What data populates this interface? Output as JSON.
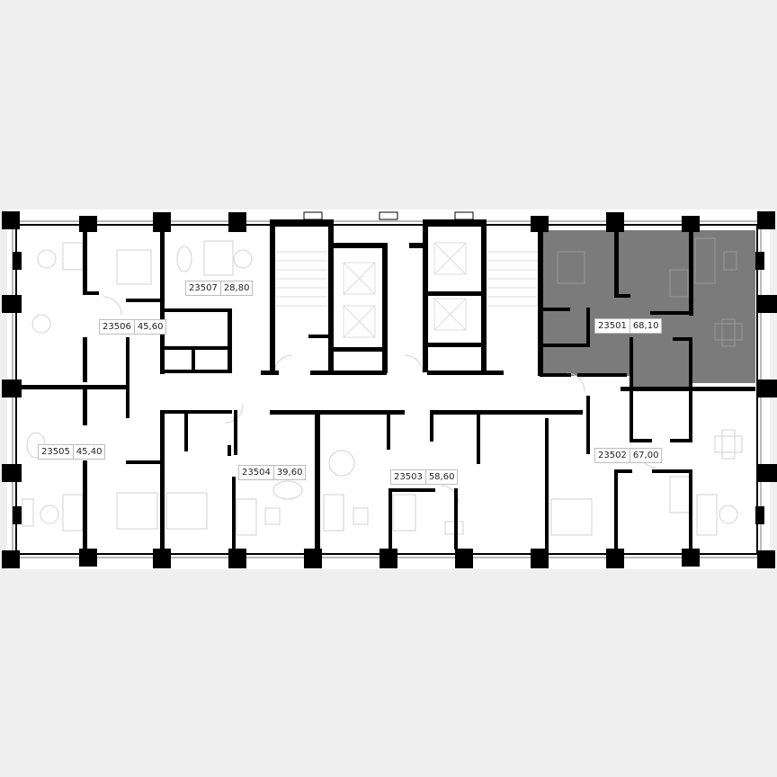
{
  "colors": {
    "page_background": "#efefef",
    "plan_background": "#ffffff",
    "wall": "#000000",
    "furniture_line": "#d0d0d0",
    "selected_unit_fill": "#7b7b7b"
  },
  "floor_plan": {
    "selected_unit": "23501",
    "units": [
      {
        "number": "23501",
        "area": "68,10",
        "selected": true
      },
      {
        "number": "23502",
        "area": "67,00",
        "selected": false
      },
      {
        "number": "23503",
        "area": "58,60",
        "selected": false
      },
      {
        "number": "23504",
        "area": "39,60",
        "selected": false
      },
      {
        "number": "23505",
        "area": "45,40",
        "selected": false
      },
      {
        "number": "23506",
        "area": "45,60",
        "selected": false
      },
      {
        "number": "23507",
        "area": "28,80",
        "selected": false
      }
    ]
  }
}
